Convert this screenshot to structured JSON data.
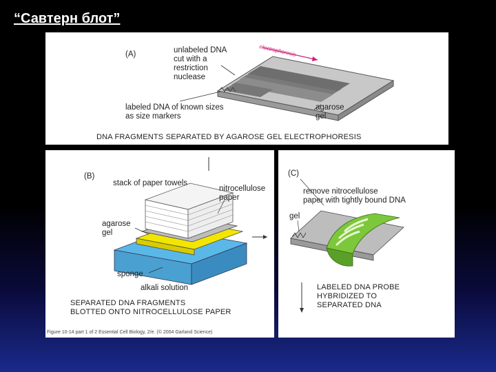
{
  "slide": {
    "title": "“Савтерн блот”"
  },
  "panel_a": {
    "tag": "(A)",
    "label_unlabeled_l1": "unlabeled DNA",
    "label_unlabeled_l2": "cut with a",
    "label_unlabeled_l3": "restriction",
    "label_unlabeled_l4": "nuclease",
    "label_electrophoresis": "electrophoresis",
    "label_markers_l1": "labeled DNA of known sizes",
    "label_markers_l2": "as size markers",
    "label_agarose_l1": "agarose",
    "label_agarose_l2": "gel",
    "caption": "DNA FRAGMENTS SEPARATED BY AGAROSE GEL ELECTROPHORESIS"
  },
  "panel_b": {
    "tag": "(B)",
    "label_towels": "stack of paper towels",
    "label_nitro_l1": "nitrocellulose",
    "label_nitro_l2": "paper",
    "label_agarose_l1": "agarose",
    "label_agarose_l2": "gel",
    "label_sponge": "sponge",
    "label_alkali": "alkali solution",
    "caption_l1": "SEPARATED DNA FRAGMENTS",
    "caption_l2": "BLOTTED ONTO NITROCELLULOSE PAPER",
    "credit": "Figure 10-14 part 1 of 2  Essential Cell Biology, 2/e. (© 2004 Garland Science)"
  },
  "panel_c": {
    "tag": "(C)",
    "label_remove_l1": "remove nitrocellulose",
    "label_remove_l2": "paper with tightly bound DNA",
    "label_gel": "gel",
    "caption_l1": "LABELED DNA PROBE",
    "caption_l2": "HYBRIDIZED TO",
    "caption_l3": "SEPARATED DNA"
  },
  "colors": {
    "gel_gray": "#bdbdbd",
    "band_gray": "#7a7a7a",
    "arrow_magenta": "#d0207a",
    "nitro_yellow": "#f2e600",
    "sponge_blue": "#5ab8e8",
    "paper_green": "#7cc83a"
  }
}
